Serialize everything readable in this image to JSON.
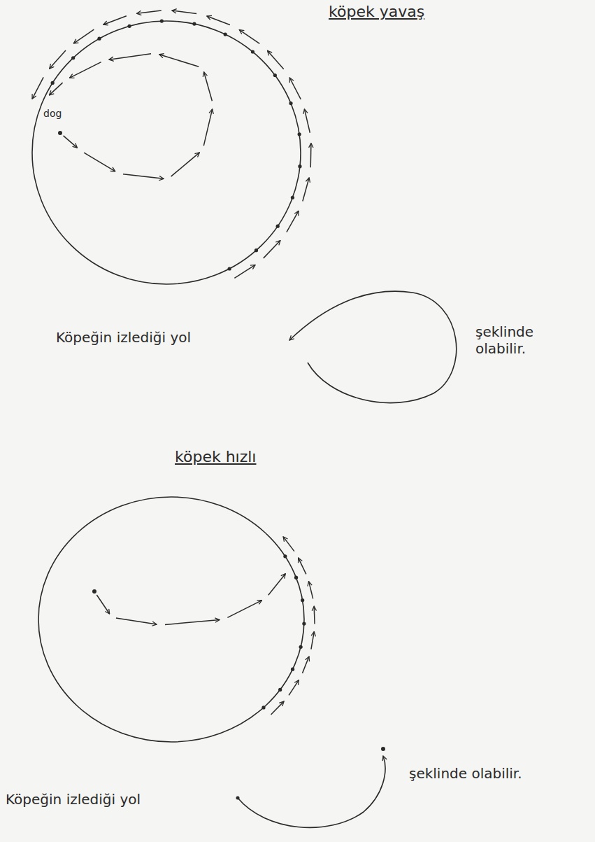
{
  "diagram": {
    "labels": [
      "köpek yavaş",
      "dog",
      "Köpeğin izlediği yol",
      "şeklinde olabilir.",
      "köpek hızlı",
      "Köpeğin izlediği yol",
      "şeklinde olabilir."
    ]
  }
}
